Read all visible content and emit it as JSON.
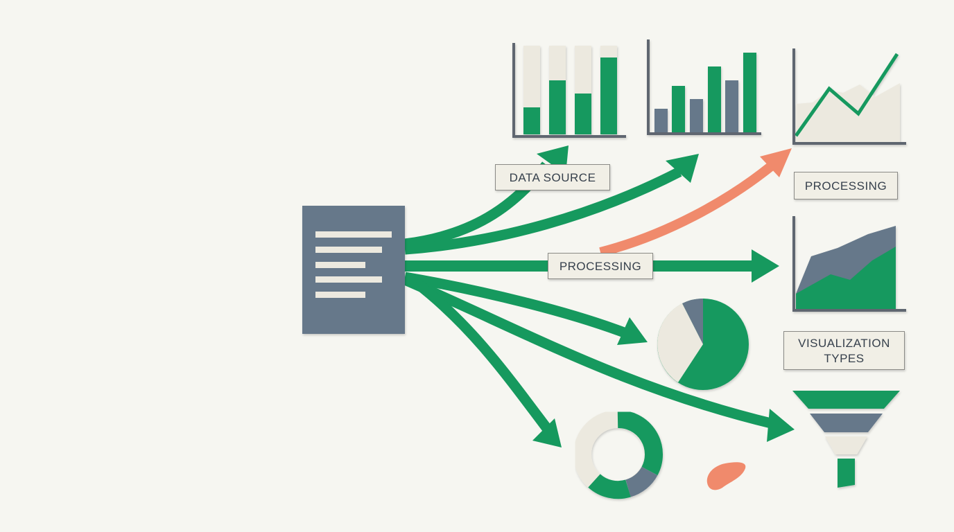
{
  "labels": {
    "data_source": "DATA SOURCE",
    "processing_mid": "PROCESSING",
    "processing_right": "PROCESSING",
    "visualization_types": "VISUALIZATION TYPES"
  },
  "colors": {
    "background": "#f6f6f1",
    "green": "#16995e",
    "slate": "#66788a",
    "cream": "#ece9df",
    "coral": "#f08a6c",
    "dark_axis": "#5e6670"
  },
  "icons": [
    "document-icon",
    "stacked-bar-chart-icon",
    "bar-chart-icon",
    "line-chart-icon",
    "area-chart-icon",
    "pie-chart-icon",
    "donut-chart-icon",
    "funnel-chart-icon",
    "coral-blob-shape"
  ]
}
